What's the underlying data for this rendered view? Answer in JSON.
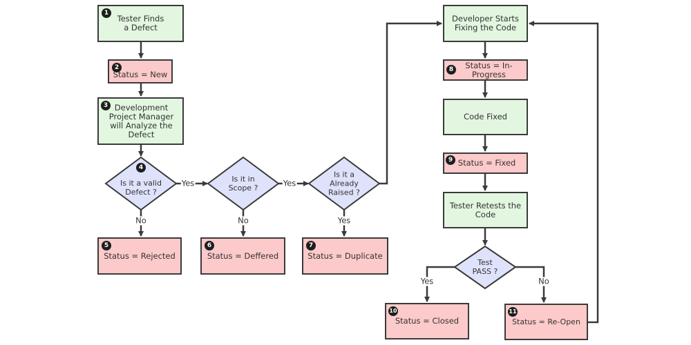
{
  "title": "Defect Life Cycle Flowchart",
  "colors": {
    "process_fill": "#e2f6e0",
    "status_fill": "#fccaca",
    "decision_fill": "#dfe2fb",
    "stroke": "#3a3a3a",
    "badge": "#1e1e1e"
  },
  "nodes": {
    "tester_finds": {
      "badge": "1",
      "text": "Tester Finds a Defect"
    },
    "status_new": {
      "badge": "2",
      "text": "Status = New"
    },
    "dpm_analyze": {
      "badge": "3",
      "text": "Development Project Manager will Analyze the Defect"
    },
    "valid_defect": {
      "badge": "4",
      "text": "Is it a valid Defect ?"
    },
    "in_scope": {
      "text": "Is it in Scope ?"
    },
    "already_raised": {
      "text": "Is it a Already Raised ?"
    },
    "status_rejected": {
      "badge": "5",
      "text": "Status = Rejected"
    },
    "status_deferred": {
      "badge": "6",
      "text": "Status = Deffered"
    },
    "status_duplicate": {
      "badge": "7",
      "text": "Status = Duplicate"
    },
    "dev_starts": {
      "text": "Developer Starts Fixing the Code"
    },
    "status_inprogress": {
      "badge": "8",
      "text": "Status = In-Progress"
    },
    "code_fixed": {
      "text": "Code Fixed"
    },
    "status_fixed": {
      "badge": "9",
      "text": "Status = Fixed"
    },
    "tester_retests": {
      "text": "Tester Retests the Code"
    },
    "test_pass": {
      "text": "Test PASS ?"
    },
    "status_closed": {
      "badge": "10",
      "text": "Status = Closed"
    },
    "status_reopen": {
      "badge": "11",
      "text": "Status = Re-Open"
    }
  },
  "edge_labels": {
    "valid_yes": "Yes",
    "valid_no": "No",
    "scope_yes": "Yes",
    "scope_no": "No",
    "raised_yes": "Yes",
    "pass_yes": "Yes",
    "pass_no": "No"
  }
}
